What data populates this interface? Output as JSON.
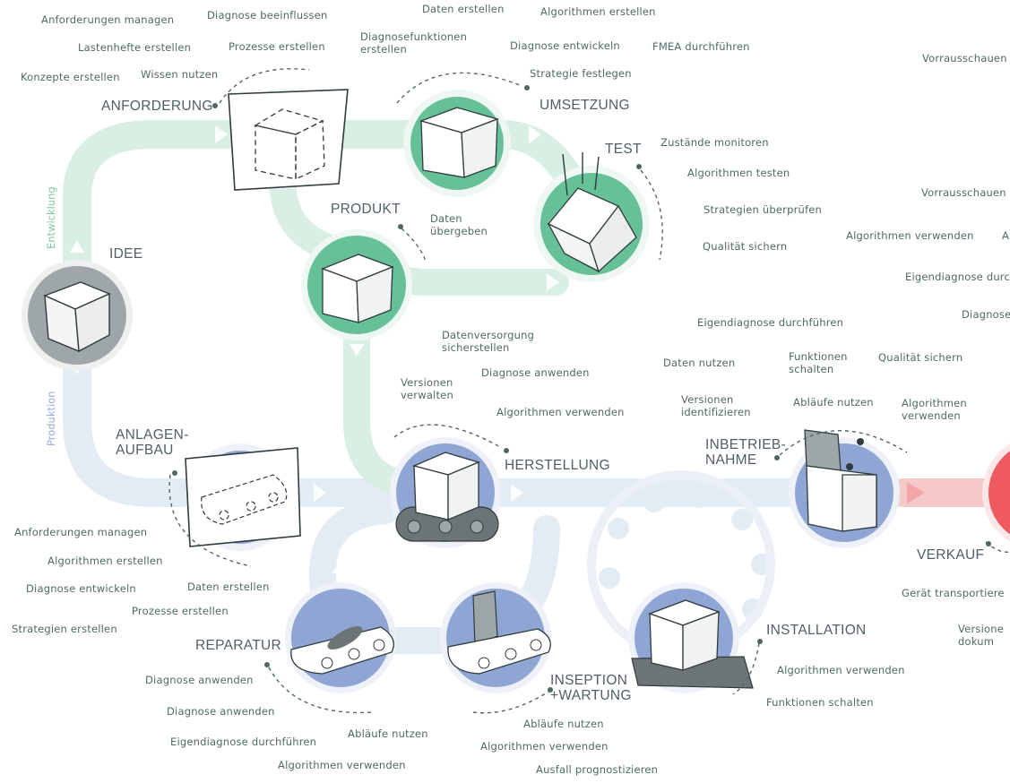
{
  "colors": {
    "green_path": "#d9efe3",
    "blue_path": "#e3ebf4",
    "red_path": "#f6c9c9",
    "green_node": "#66c199",
    "blue_node": "#8fa6d4",
    "grey_node": "#9ea6a8",
    "red_node": "#ee5a5f",
    "label_text": "#4e6a66",
    "title_text": "#4f5f66",
    "dash": "#4f6764"
  },
  "axes": {
    "development": "Entwicklung",
    "production": "Produktion"
  },
  "stages": [
    {
      "id": "idee",
      "title": "IDEE",
      "color": "grey",
      "icon": "cube-icon"
    },
    {
      "id": "anforderung",
      "title": "ANFORDERUNG",
      "color": "green",
      "icon": "wireframe-cube-icon"
    },
    {
      "id": "umsetzung",
      "title": "UMSETZUNG",
      "color": "green",
      "icon": "sketch-cube-icon"
    },
    {
      "id": "test",
      "title": "TEST",
      "color": "green",
      "icon": "tilted-cube-icon"
    },
    {
      "id": "produkt",
      "title": "PRODUKT",
      "color": "green",
      "icon": "cube-icon"
    },
    {
      "id": "herstellung",
      "title": "HERSTELLUNG",
      "color": "blue",
      "icon": "conveyor-cube-icon"
    },
    {
      "id": "anlagenaufbau",
      "title": "ANLAGEN-\nAUFBAU",
      "color": "blue",
      "icon": "conveyor-sketch-icon"
    },
    {
      "id": "inbetriebnahme",
      "title": "INBETRIEB-\nNAHME",
      "color": "blue",
      "icon": "open-box-icon"
    },
    {
      "id": "verkauf",
      "title": "VERKAUF",
      "color": "red",
      "icon": "sales-icon"
    },
    {
      "id": "installation",
      "title": "INSTALLATION",
      "color": "blue",
      "icon": "installed-cube-icon"
    },
    {
      "id": "inspektion",
      "title": "INSEPTION\n+WARTUNG",
      "color": "blue",
      "icon": "inspection-conveyor-icon"
    },
    {
      "id": "reparatur",
      "title": "REPARATUR",
      "color": "blue",
      "icon": "repair-conveyor-icon"
    }
  ],
  "labels": [
    "Anforderungen managen",
    "Diagnose beeinflussen",
    "Lastenhefte erstellen",
    "Prozesse erstellen",
    "Konzepte erstellen",
    "Wissen nutzen",
    "Daten erstellen",
    "Algorithmen erstellen",
    "Diagnosefunktionen\nerstellen",
    "Diagnose entwickeln",
    "FMEA durchführen",
    "Strategie festlegen",
    "Vorrausschauen",
    "Zustände monitoren",
    "Algorithmen testen",
    "Strategien überprüfen",
    "Qualität sichern",
    "Vorrausschauen",
    "Algorithmen verwenden",
    "A",
    "Eigendiagnose durc",
    "Diagnose",
    "Daten\nübergeben",
    "Eigendiagnose durchführen",
    "Datenversorgung\nsicherstellen",
    "Diagnose anwenden",
    "Versionen\nverwalten",
    "Algorithmen verwenden",
    "Daten nutzen",
    "Funktionen\nschalten",
    "Qualität sichern",
    "Versionen\nidentifizieren",
    "Abläufe nutzen",
    "Algorithmen\nverwenden",
    "Anforderungen managen",
    "Algorithmen erstellen",
    "Diagnose entwickeln",
    "Daten erstellen",
    "Prozesse erstellen",
    "Strategien erstellen",
    "Gerät transportiere",
    "Versione\ndokum",
    "Algorithmen verwenden",
    "Funktionen schalten",
    "Diagnose anwenden",
    "Diagnose anwenden",
    "Eigendiagnose durchführen",
    "Abläufe nutzen",
    "Algorithmen verwenden",
    "Abläufe nutzen",
    "Algorithmen verwenden",
    "Ausfall prognostizieren"
  ]
}
